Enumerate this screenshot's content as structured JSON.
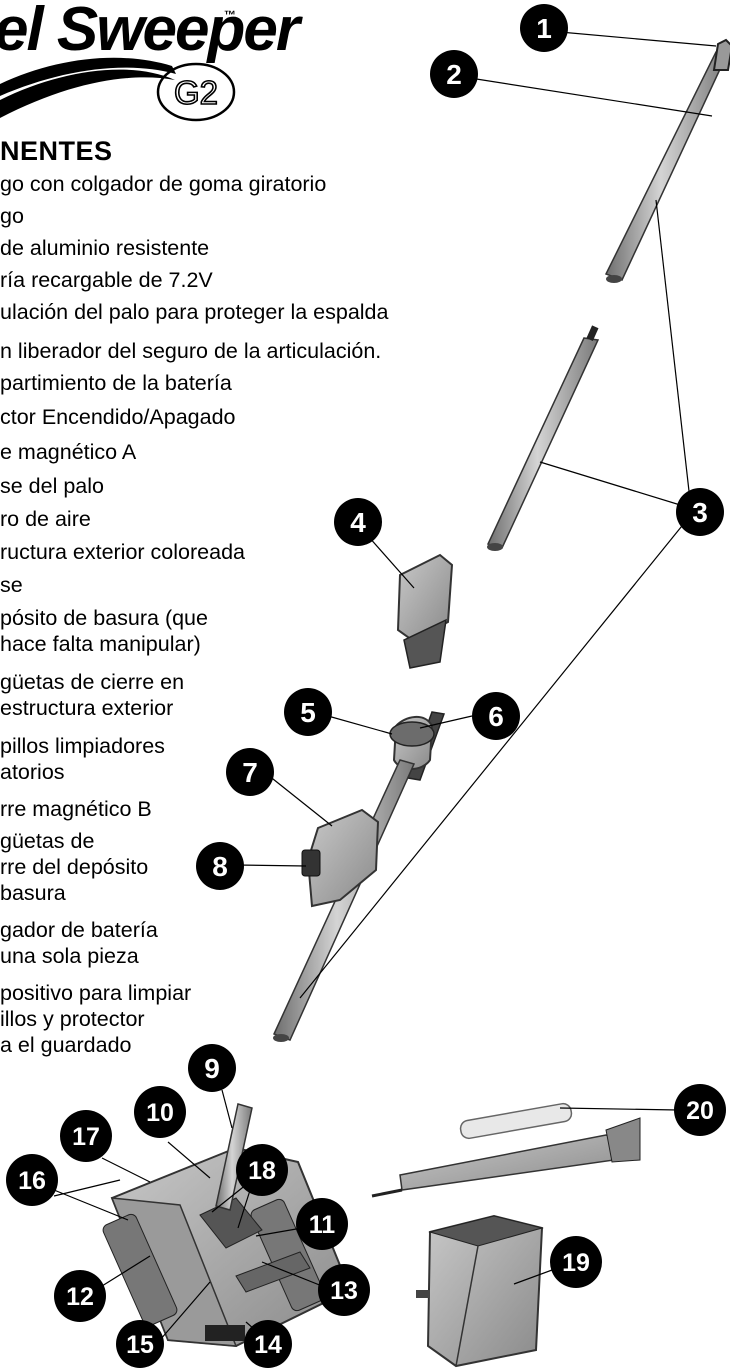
{
  "logo": {
    "text": "el Sweeper",
    "tm": "™",
    "model": "G2"
  },
  "heading": "NENTES",
  "parts": [
    "go con colgador de goma giratorio",
    "go",
    "de aluminio resistente",
    "ría recargable de 7.2V",
    "ulación del palo para proteger la espalda",
    "n liberador del seguro de la articulación.",
    "partimiento de la batería",
    "ctor Encendido/Apagado",
    "e magnético A",
    "se del palo",
    "ro de aire",
    "ructura exterior coloreada",
    "se",
    "pósito de basura (que",
    "hace falta manipular)",
    "güetas de cierre en",
    "estructura exterior",
    "pillos limpiadores",
    "atorios",
    "rre magnético B",
    "güetas de",
    "rre del depósito",
    "basura",
    "gador de batería",
    "una sola pieza",
    "positivo para limpiar",
    "illos y protector",
    "a el guardado"
  ],
  "callouts": [
    "1",
    "2",
    "3",
    "4",
    "5",
    "6",
    "7",
    "8",
    "9",
    "10",
    "11",
    "12",
    "13",
    "14",
    "15",
    "16",
    "17",
    "18",
    "19",
    "20"
  ]
}
